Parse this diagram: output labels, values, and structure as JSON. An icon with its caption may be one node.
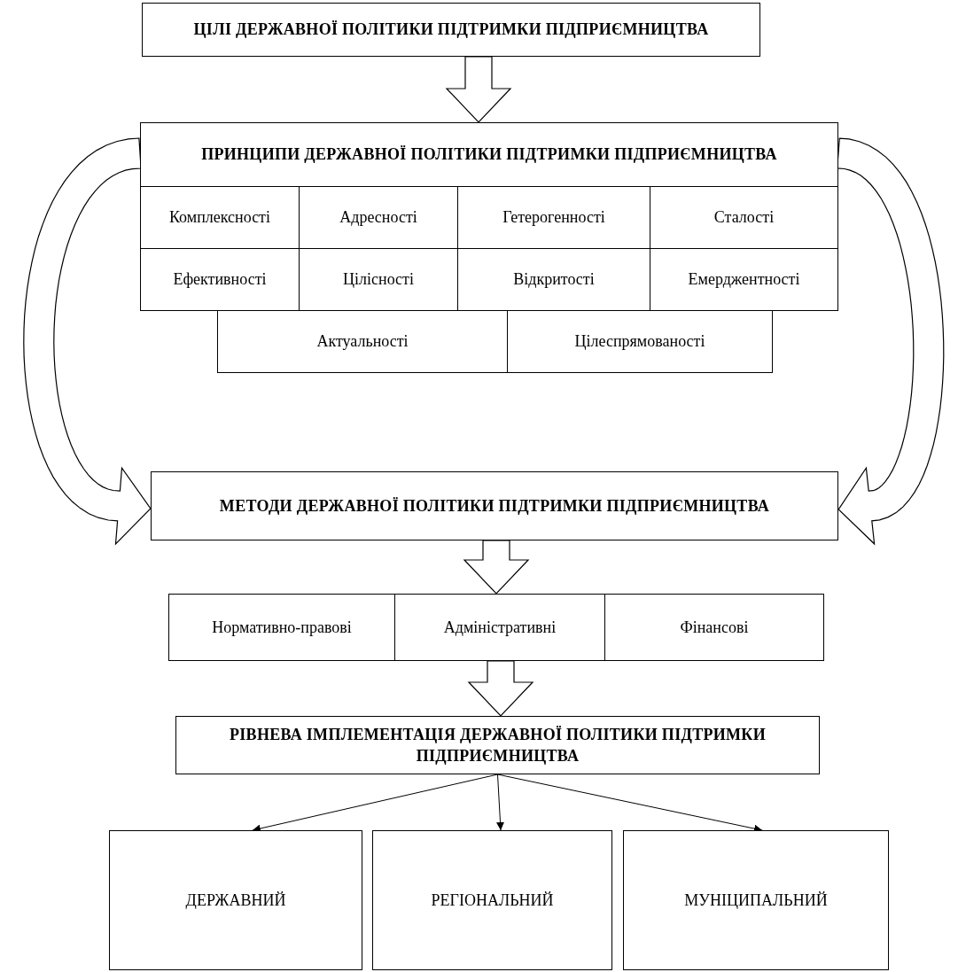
{
  "diagram": {
    "nodes": [
      {
        "text": [
          "ЦІЛІ ДЕРЖАВНОЇ ПОЛІТИКИ ПІДТРИМКИ ПІДПРИЄМНИЦТВА"
        ]
      },
      {
        "text": [
          "ПРИНЦИПИ ДЕРЖАВНОЇ ПОЛІТИКИ ПІДТРИМКИ ПІДПРИЄМНИЦТВА"
        ]
      },
      {
        "text": [
          "Комплексності"
        ]
      },
      {
        "text": [
          "Адресності"
        ]
      },
      {
        "text": [
          "Гетерогенності"
        ]
      },
      {
        "text": [
          "Сталості"
        ]
      },
      {
        "text": [
          "Ефективності"
        ]
      },
      {
        "text": [
          "Цілісності"
        ]
      },
      {
        "text": [
          "Відкритості"
        ]
      },
      {
        "text": [
          "Емерджентності"
        ]
      },
      {
        "text": [
          "Актуальності"
        ]
      },
      {
        "text": [
          "Цілеспрямованості"
        ]
      },
      {
        "text": [
          "МЕТОДИ ДЕРЖАВНОЇ ПОЛІТИКИ ПІДТРИМКИ ПІДПРИЄМНИЦТВА"
        ]
      },
      {
        "text": [
          "Нормативно-правові"
        ]
      },
      {
        "text": [
          "Адміністративні"
        ]
      },
      {
        "text": [
          "Фінансові"
        ]
      },
      {
        "text": [
          "РІВНЕВА ІМПЛЕМЕНТАЦІЯ ДЕРЖАВНОЇ ПОЛІТИКИ ПІДТРИМКИ ПІДПРИЄМНИЦТВА"
        ]
      },
      {
        "text": [
          "ДЕРЖАВНИЙ"
        ]
      },
      {
        "text": [
          "РЕГІОНАЛЬНИЙ"
        ]
      },
      {
        "text": [
          "МУНІЦИПАЛЬНИЙ"
        ]
      }
    ],
    "edges": [
      {
        "from": 0,
        "to": 1,
        "arrow": "to"
      },
      {
        "from": 1,
        "to": 12,
        "arrow": "to"
      },
      {
        "from": 1,
        "to": 12,
        "arrow": "to"
      },
      {
        "from": 12,
        "to": 14,
        "arrow": "to"
      },
      {
        "from": 14,
        "to": 16,
        "arrow": "to"
      },
      {
        "from": 16,
        "to": 17,
        "arrow": "to"
      },
      {
        "from": 16,
        "to": 18,
        "arrow": "to"
      },
      {
        "from": 16,
        "to": 19,
        "arrow": "to"
      }
    ]
  }
}
